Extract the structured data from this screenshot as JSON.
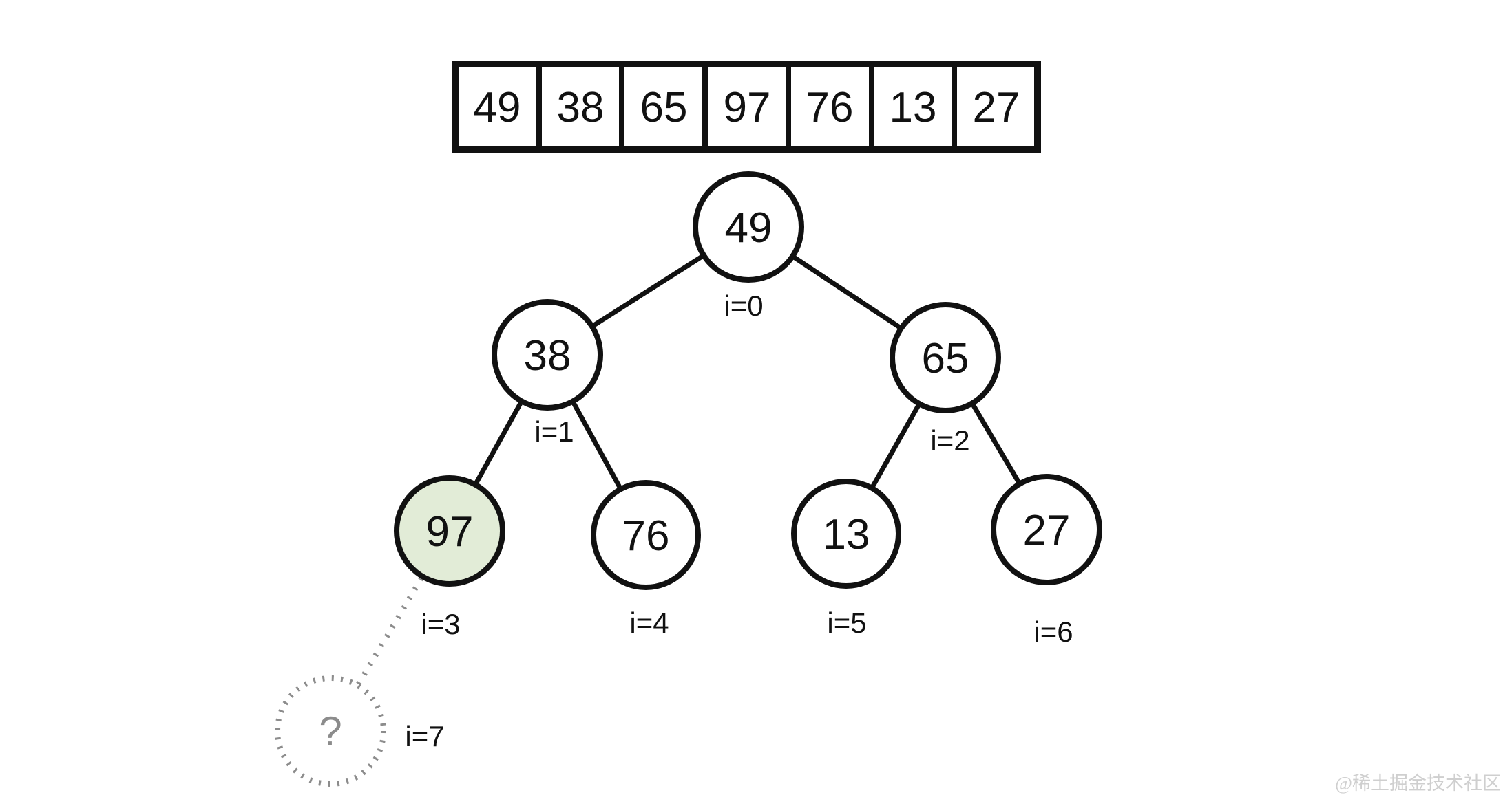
{
  "diagram": {
    "title_semantic": "heap array and binary tree with indices",
    "array": {
      "cells": [
        "49",
        "38",
        "65",
        "97",
        "76",
        "13",
        "27"
      ]
    },
    "nodes": [
      {
        "value": "49",
        "label": "i=0",
        "highlight": false,
        "placeholder": false
      },
      {
        "value": "38",
        "label": "i=1",
        "highlight": false,
        "placeholder": false
      },
      {
        "value": "65",
        "label": "i=2",
        "highlight": false,
        "placeholder": false
      },
      {
        "value": "97",
        "label": "i=3",
        "highlight": true,
        "placeholder": false
      },
      {
        "value": "76",
        "label": "i=4",
        "highlight": false,
        "placeholder": false
      },
      {
        "value": "13",
        "label": "i=5",
        "highlight": false,
        "placeholder": false
      },
      {
        "value": "27",
        "label": "i=6",
        "highlight": false,
        "placeholder": false
      },
      {
        "value": "?",
        "label": "i=7",
        "highlight": false,
        "placeholder": true
      }
    ],
    "colors": {
      "node_stroke": "#111111",
      "highlight_fill": "#e2ecd7",
      "placeholder_gray": "#8c8c8c",
      "watermark_gray": "#cfcfcf",
      "background": "#ffffff"
    }
  },
  "watermark": {
    "text": "@稀土掘金技术社区"
  }
}
